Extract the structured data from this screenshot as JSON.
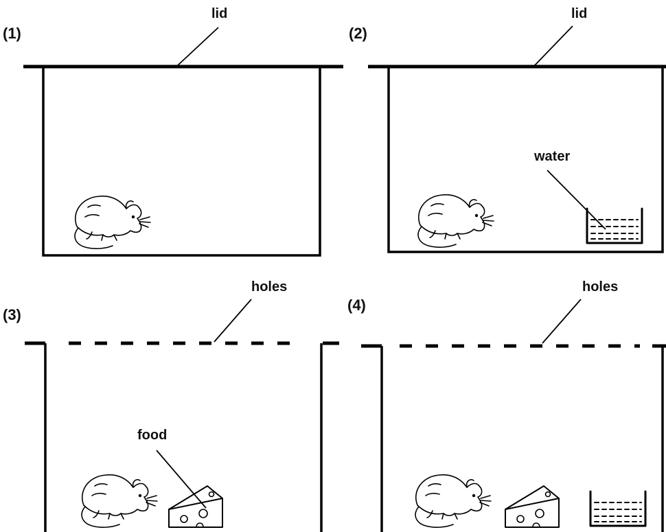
{
  "panels": [
    {
      "number": "(1)",
      "top_label": "lid",
      "item_label": ""
    },
    {
      "number": "(2)",
      "top_label": "lid",
      "item_label": "water"
    },
    {
      "number": "(3)",
      "top_label": "holes",
      "item_label": "food"
    },
    {
      "number": "(4)",
      "top_label": "holes",
      "item_label": ""
    }
  ],
  "icons": {
    "mouse": "mouse-icon",
    "water": "water-container-icon",
    "cheese": "cheese-icon"
  }
}
